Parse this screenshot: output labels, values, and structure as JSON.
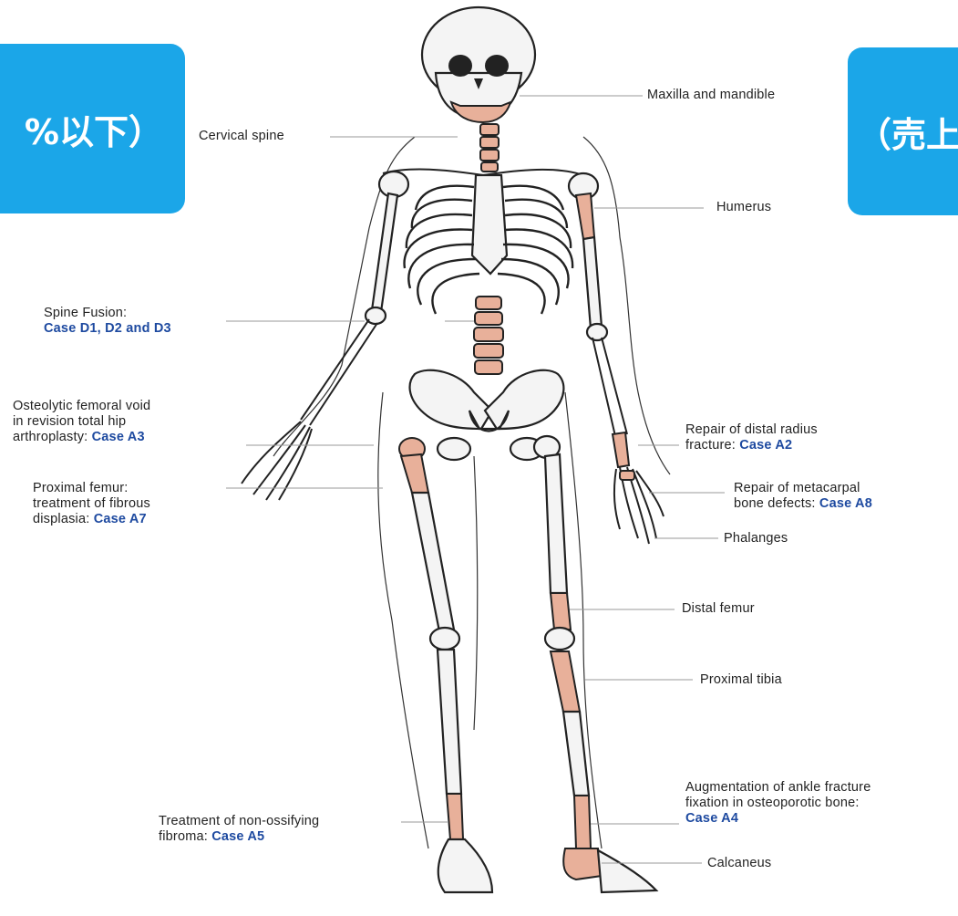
{
  "badges": {
    "left_text": "%以下）",
    "right_text": "（売上",
    "color": "#1ba6e8"
  },
  "labels": {
    "cervical_spine": "Cervical spine",
    "maxilla": "Maxilla and mandible",
    "humerus": "Humerus",
    "spine_fusion": {
      "text": "Spine Fusion:",
      "case": "Case D1, D2 and D3"
    },
    "osteolytic": {
      "line1": "Osteolytic femoral void",
      "line2": "in revision total hip",
      "line3": "arthroplasty:",
      "case": "Case A3"
    },
    "proximal_femur": {
      "line1": "Proximal femur:",
      "line2": "treatment of fibrous",
      "line3": "displasia:",
      "case": "Case A7"
    },
    "distal_radius": {
      "line1": "Repair of distal radius",
      "line2": "fracture:",
      "case": "Case A2"
    },
    "metacarpal": {
      "line1": "Repair of metacarpal",
      "line2": "bone defects:",
      "case": "Case A8"
    },
    "phalanges": "Phalanges",
    "distal_femur": "Distal femur",
    "proximal_tibia": "Proximal tibia",
    "ankle": {
      "line1": "Augmentation of ankle fracture",
      "line2": "fixation in osteoporotic bone:",
      "case": "Case A4"
    },
    "non_ossifying": {
      "line1": "Treatment of non-ossifying",
      "line2": "fibroma:",
      "case": "Case A5"
    },
    "calcaneus": "Calcaneus"
  },
  "colors": {
    "highlight": "#e8b09a",
    "case_text": "#1e4aa0",
    "leader_line": "#9a9a9a"
  }
}
